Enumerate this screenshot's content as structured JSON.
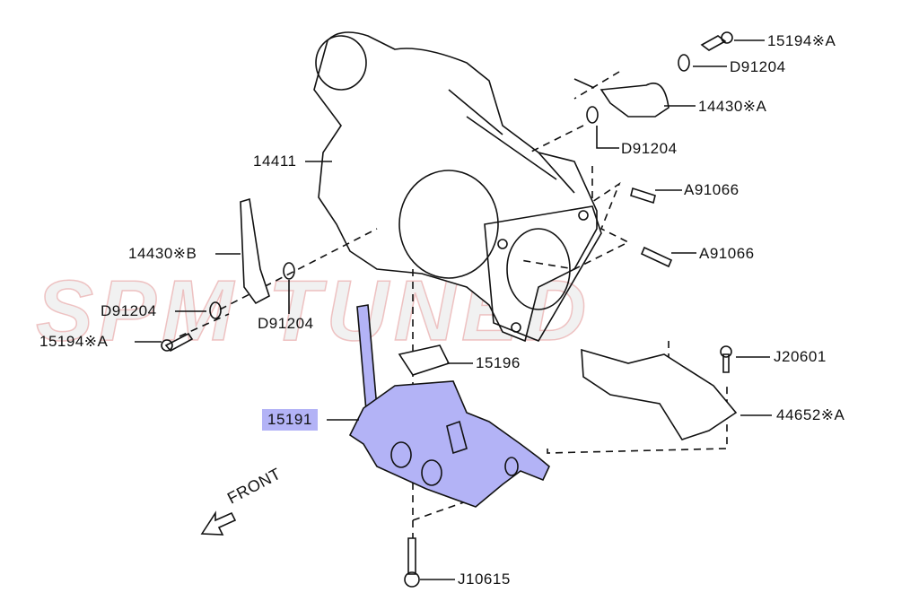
{
  "watermark": "SPM TUNED",
  "labels": {
    "p15194a_top": "15194※A",
    "d91204_top": "D91204",
    "p14430a": "14430※A",
    "d91204_mid": "D91204",
    "a91066_1": "A91066",
    "a91066_2": "A91066",
    "p14411": "14411",
    "p14430b": "14430※B",
    "d91204_left": "D91204",
    "d91204_center": "D91204",
    "p15194a_left": "15194※A",
    "p15196": "15196",
    "p15191": "15191",
    "j20601": "J20601",
    "p44652a": "44652※A",
    "j10615": "J10615",
    "front": "FRONT"
  },
  "colors": {
    "highlight": "#b3b3f6",
    "line": "#111111"
  }
}
